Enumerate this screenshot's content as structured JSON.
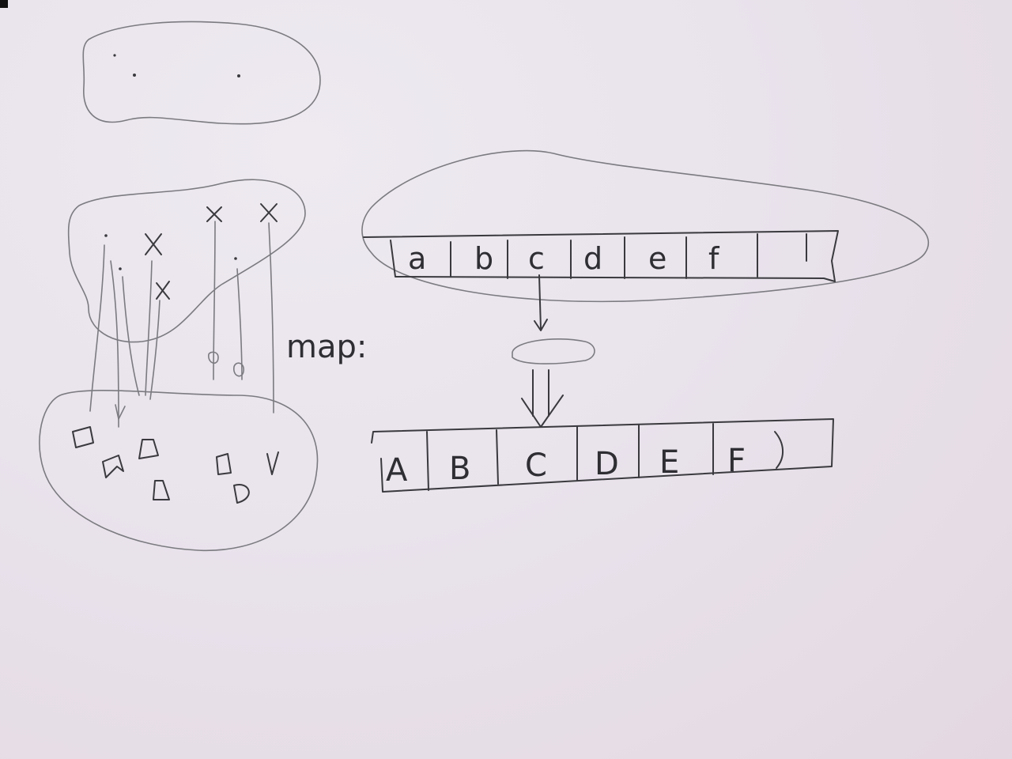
{
  "diagram": {
    "label": "map:",
    "input_cells": [
      "a",
      "b",
      "c",
      "d",
      "e",
      "f"
    ],
    "output_cells": [
      "A",
      "B",
      "C",
      "D",
      "E",
      "F"
    ]
  }
}
